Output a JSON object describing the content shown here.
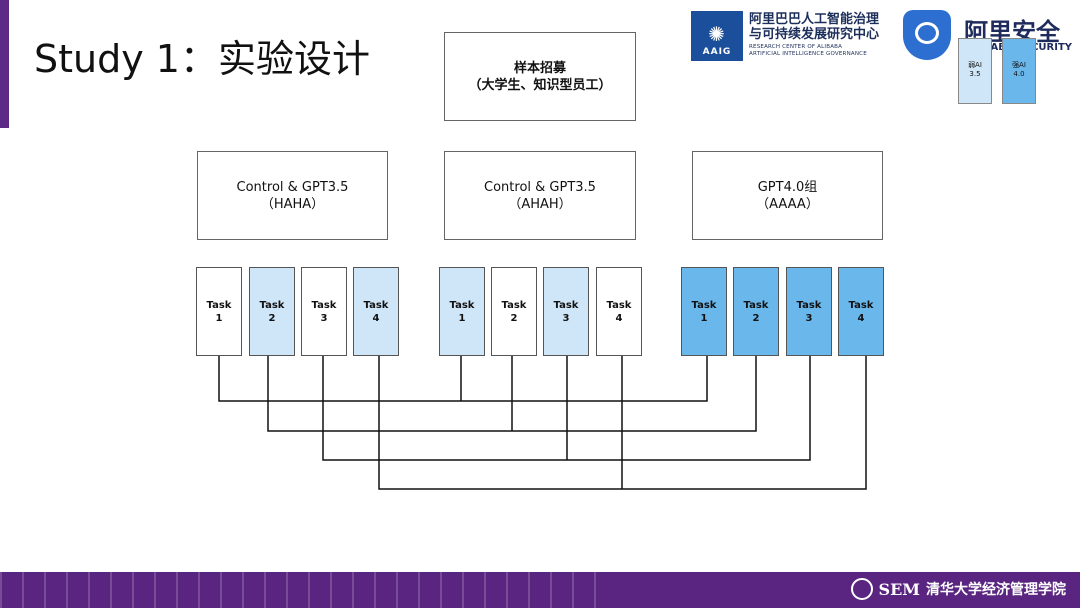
{
  "title": "Study 1：实验设计",
  "top_box": {
    "line1": "样本招募",
    "line2": "（大学生、知识型员工）"
  },
  "groups": [
    {
      "line1": "Control & GPT3.5",
      "line2": "（HAHA）"
    },
    {
      "line1": "Control & GPT3.5",
      "line2": "（AHAH）"
    },
    {
      "line1": "GPT4.0组",
      "line2": "（AAAA）"
    }
  ],
  "tasks": [
    {
      "label": "Task",
      "num": "1",
      "color": "#ffffff"
    },
    {
      "label": "Task",
      "num": "2",
      "color": "#cfe6f8"
    },
    {
      "label": "Task",
      "num": "3",
      "color": "#ffffff"
    },
    {
      "label": "Task",
      "num": "4",
      "color": "#cfe6f8"
    },
    {
      "label": "Task",
      "num": "1",
      "color": "#cfe6f8"
    },
    {
      "label": "Task",
      "num": "2",
      "color": "#ffffff"
    },
    {
      "label": "Task",
      "num": "3",
      "color": "#cfe6f8"
    },
    {
      "label": "Task",
      "num": "4",
      "color": "#ffffff"
    },
    {
      "label": "Task",
      "num": "1",
      "color": "#6ab7ec"
    },
    {
      "label": "Task",
      "num": "2",
      "color": "#6ab7ec"
    },
    {
      "label": "Task",
      "num": "3",
      "color": "#6ab7ec"
    },
    {
      "label": "Task",
      "num": "4",
      "color": "#6ab7ec"
    }
  ],
  "legend": [
    {
      "line1": "弱AI",
      "line2": "3.5",
      "color": "#cfe6f8"
    },
    {
      "line1": "强AI",
      "line2": "4.0",
      "color": "#6ab7ec"
    }
  ],
  "logos": {
    "aaig_badge": "AAIG",
    "aaig_cn_1": "阿里巴巴人工智能治理",
    "aaig_cn_2": "与可持续发展研究中心",
    "aaig_en_1": "RESEARCH CENTER OF ALIBABA",
    "aaig_en_2": "ARTIFICIAL INTELLIGENCE GOVERNANCE",
    "security_cn": "阿里安全",
    "security_en": "ALIBABA SECURITY",
    "footer_sem": "SEM",
    "footer_cn": "清华大学经济管理学院"
  },
  "colors": {
    "accent": "#5d2a86",
    "footer": "#5a2580",
    "weak_ai": "#cfe6f8",
    "strong_ai": "#6ab7ec"
  },
  "icons": {
    "aaig": "aaig-logo-icon",
    "security": "shield-logo-icon",
    "seal": "tsinghua-seal-icon"
  }
}
